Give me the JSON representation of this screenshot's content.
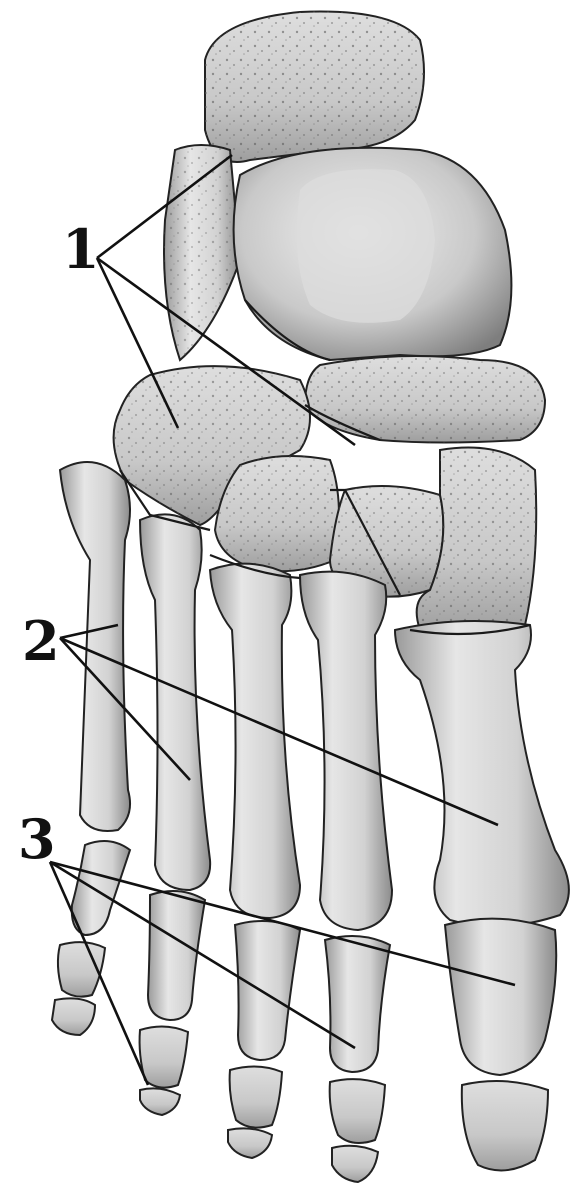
{
  "figure": {
    "subject": "foot-skeleton-dorsal",
    "colors": {
      "background": "#ffffff",
      "bone_light": "#e8e8e8",
      "bone_mid": "#c4c4c4",
      "bone_dark": "#8a8a8a",
      "ink": "#111111"
    }
  },
  "callouts": [
    {
      "label": "1"
    },
    {
      "label": "2"
    },
    {
      "label": "3"
    }
  ]
}
